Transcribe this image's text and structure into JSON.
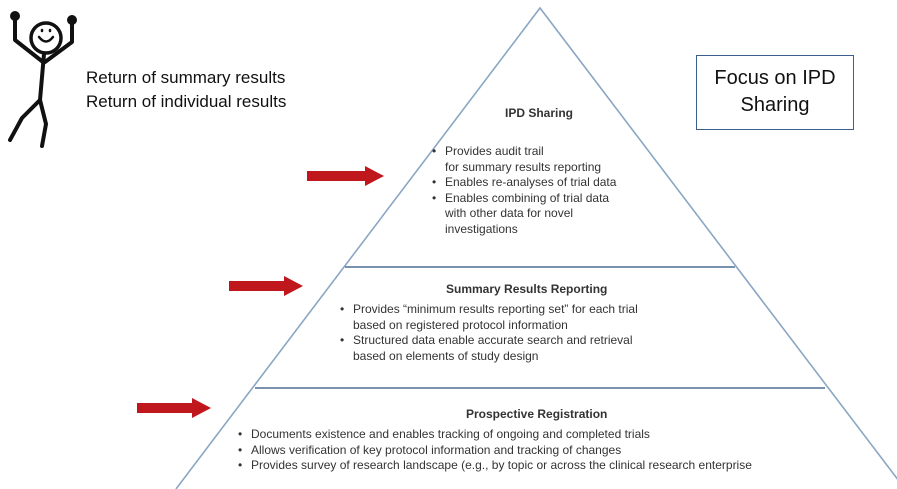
{
  "top_note": {
    "line1": "Return of summary results",
    "line2": "Return of individual results"
  },
  "focus_box": {
    "line1": "Focus on IPD",
    "line2": "Sharing"
  },
  "tiers": {
    "top": {
      "title": "IPD Sharing",
      "bullets": [
        "Provides audit trail",
        "for summary results reporting",
        "Enables re-analyses of trial data",
        "Enables combining of trial data",
        "with other data for novel",
        "investigations"
      ]
    },
    "middle": {
      "title": "Summary Results Reporting",
      "bullets": [
        "Provides “minimum results reporting set” for each trial",
        "based on registered protocol information",
        "Structured data enable accurate search and retrieval",
        "based on elements of study design"
      ]
    },
    "bottom": {
      "title": "Prospective Registration",
      "bullets": [
        "Documents existence and enables tracking of ongoing and completed trials",
        "Allows verification of key protocol information and tracking of changes",
        "Provides survey of research landscape (e.g., by topic or across the clinical research enterprise"
      ]
    }
  },
  "colors": {
    "pyramid_line": "#8aa6c4",
    "tier_divider": "#4f6f93",
    "arrow": "#c0171c",
    "box_border": "#3d5f8f"
  }
}
